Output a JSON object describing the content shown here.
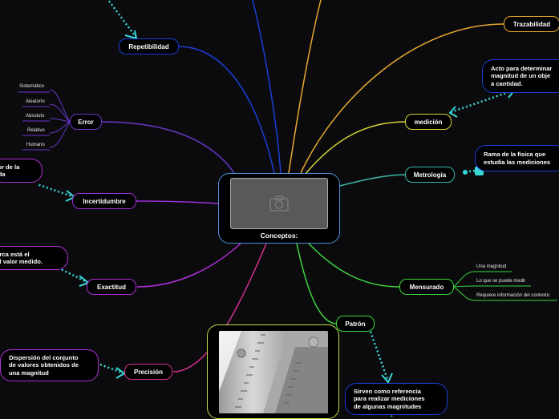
{
  "central": {
    "label": "Conceptos:",
    "photo_icon": "camera-icon"
  },
  "photo_node": {
    "image": "vernier-caliper-photo"
  },
  "nodes": {
    "repetibilidad": "Repetibilidad",
    "trazabilidad": "Trazabilidad",
    "error": "Error",
    "medicion": "medición",
    "metrologia": "Metrología",
    "incertidumbre": "Incertidumbre",
    "exactitud": "Exactitud",
    "mensurado": "Mensurado",
    "precision": "Precisión",
    "patron": "Patrón"
  },
  "error_types": [
    "Sistemático",
    "Aleatorio",
    "Absoluto",
    "Relativo",
    "Humano"
  ],
  "mensurado_items": [
    "Una magnitud",
    "Lo que se puede medir",
    "Requiere información del contexto"
  ],
  "descriptions": {
    "medicion": "Acto para determinar\nmagnitud de un obje\na cantidad.",
    "metrologia": "Rama de la física que\nestudia las mediciones",
    "incertidumbre": "alor de la\ndida",
    "exactitud": "cerca está el\nl al valor medido.",
    "precision": "Dispersión del conjunto\nde valores obtenidos de\nuna magnitud",
    "patron": "Sirven como referencia\npara realizar mediciones\nde algunas magnitudes"
  },
  "colors": {
    "background": "#0b0b0d",
    "central": "#4d8fd6",
    "repetibilidad": "#1a3ed8",
    "trazabilidad": "#e8a92e",
    "error": "#6a37c9",
    "medicion": "#d8d838",
    "metrologia": "#3ab8a8",
    "incertidumbre": "#9a2fd6",
    "exactitud": "#b02fd6",
    "mensurado": "#3fd63f",
    "precision": "#d62f8d",
    "patron": "#3fd63f",
    "connector": "#3ad7d7"
  }
}
